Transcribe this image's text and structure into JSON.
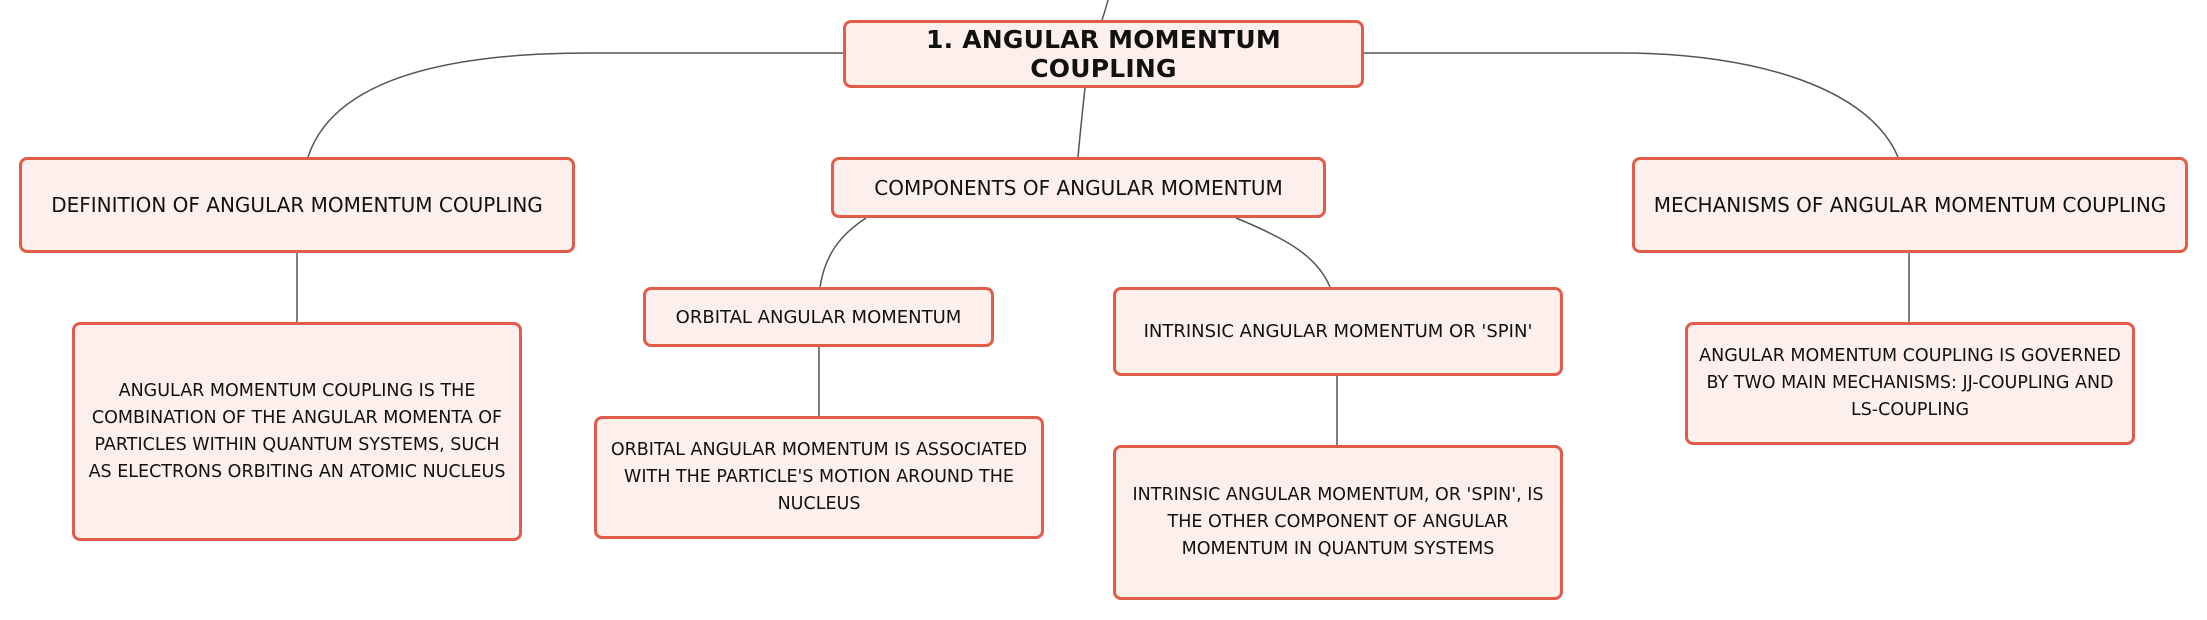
{
  "root": {
    "text": "1. ANGULAR MOMENTUM COUPLING"
  },
  "definition": {
    "title": "DEFINITION OF ANGULAR MOMENTUM COUPLING",
    "detail": "ANGULAR MOMENTUM COUPLING IS THE COMBINATION OF THE ANGULAR MOMENTA OF PARTICLES WITHIN QUANTUM SYSTEMS, SUCH AS ELECTRONS ORBITING AN ATOMIC NUCLEUS"
  },
  "components": {
    "title": "COMPONENTS OF ANGULAR MOMENTUM",
    "orbital": {
      "title": "ORBITAL ANGULAR MOMENTUM",
      "detail": "ORBITAL ANGULAR MOMENTUM IS ASSOCIATED WITH THE PARTICLE'S MOTION AROUND THE NUCLEUS"
    },
    "spin": {
      "title": "INTRINSIC ANGULAR MOMENTUM OR 'SPIN'",
      "detail": "INTRINSIC ANGULAR MOMENTUM, OR 'SPIN', IS THE OTHER COMPONENT OF ANGULAR MOMENTUM IN QUANTUM SYSTEMS"
    }
  },
  "mechanisms": {
    "title": "MECHANISMS OF ANGULAR MOMENTUM COUPLING",
    "detail": "ANGULAR MOMENTUM COUPLING IS GOVERNED BY TWO MAIN MECHANISMS: JJ-COUPLING AND LS-COUPLING"
  },
  "colors": {
    "node_fill": "#fdf0ec",
    "node_border": "#e25c4a",
    "connector": "#555555"
  }
}
